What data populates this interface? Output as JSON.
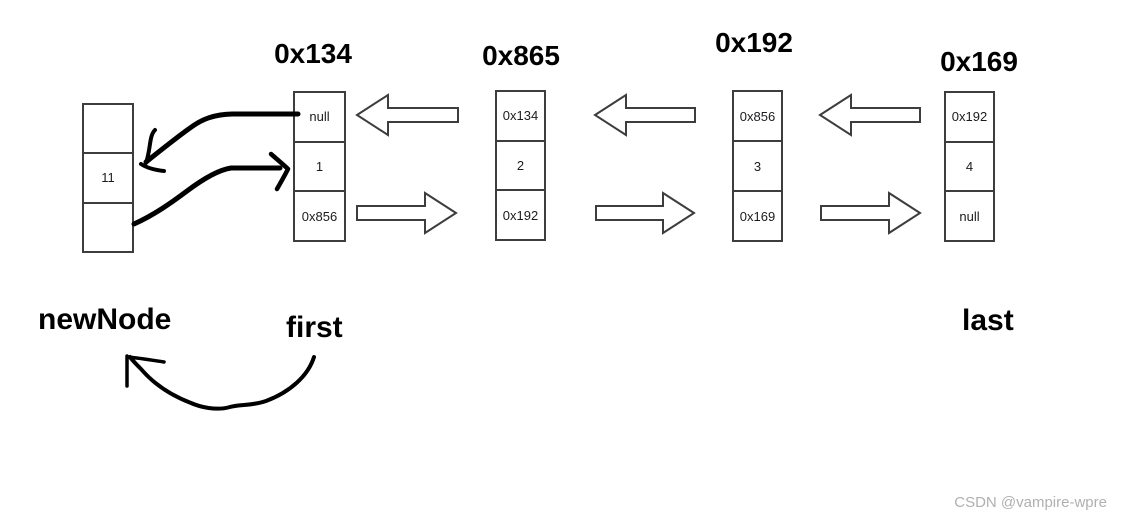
{
  "nodes": [
    {
      "label": "0x134",
      "cells": [
        "null",
        "1",
        "0x856"
      ]
    },
    {
      "label": "0x865",
      "cells": [
        "0x134",
        "2",
        "0x192"
      ]
    },
    {
      "label": "0x192",
      "cells": [
        "0x856",
        "3",
        "0x169"
      ]
    },
    {
      "label": "0x169",
      "cells": [
        "0x192",
        "4",
        "null"
      ]
    }
  ],
  "new_node": {
    "cells": [
      "",
      "11",
      ""
    ]
  },
  "pointer_labels": {
    "new_node": "newNode",
    "first": "first",
    "last": "last"
  },
  "watermark": "CSDN @vampire-wpre",
  "colors": {
    "background": "#ffffff",
    "box_border": "#3d3d3d",
    "block_arrow_outline": "#3d3d3d",
    "block_arrow_fill": "#ffffff",
    "hand_drawn_stroke": "#000000",
    "cell_text": "#1b1b1f",
    "label_text": "#000000",
    "watermark_text": "#b0b0b0"
  }
}
